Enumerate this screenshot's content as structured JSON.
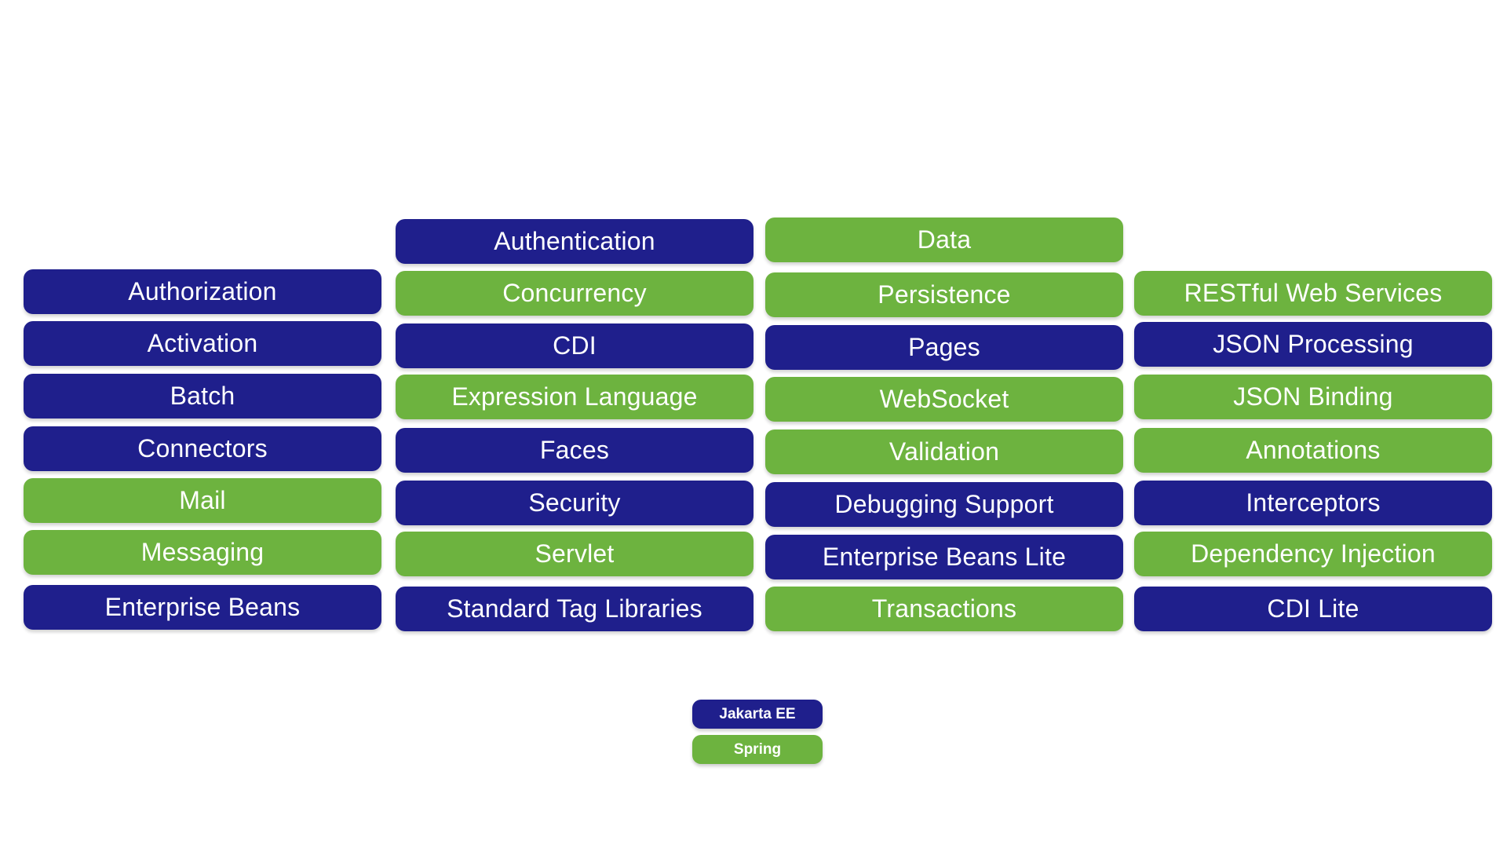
{
  "colors": {
    "jakarta_ee": "#1f1f8c",
    "spring": "#6db33f"
  },
  "columns": [
    {
      "items": [
        {
          "label": "Authorization",
          "kind": "jakarta"
        },
        {
          "label": "Activation",
          "kind": "jakarta"
        },
        {
          "label": "Batch",
          "kind": "jakarta"
        },
        {
          "label": "Connectors",
          "kind": "jakarta"
        },
        {
          "label": "Mail",
          "kind": "spring"
        },
        {
          "label": "Messaging",
          "kind": "spring"
        },
        {
          "label": "Enterprise Beans",
          "kind": "jakarta"
        }
      ]
    },
    {
      "items": [
        {
          "label": "Authentication",
          "kind": "jakarta"
        },
        {
          "label": "Concurrency",
          "kind": "spring"
        },
        {
          "label": "CDI",
          "kind": "jakarta"
        },
        {
          "label": "Expression Language",
          "kind": "spring"
        },
        {
          "label": "Faces",
          "kind": "jakarta"
        },
        {
          "label": "Security",
          "kind": "jakarta"
        },
        {
          "label": "Servlet",
          "kind": "spring"
        },
        {
          "label": "Standard Tag Libraries",
          "kind": "jakarta"
        }
      ]
    },
    {
      "items": [
        {
          "label": "Data",
          "kind": "spring"
        },
        {
          "label": "Persistence",
          "kind": "spring"
        },
        {
          "label": "Pages",
          "kind": "jakarta"
        },
        {
          "label": "WebSocket",
          "kind": "spring"
        },
        {
          "label": "Validation",
          "kind": "spring"
        },
        {
          "label": "Debugging Support",
          "kind": "jakarta"
        },
        {
          "label": "Enterprise Beans Lite",
          "kind": "jakarta"
        },
        {
          "label": "Transactions",
          "kind": "spring"
        }
      ]
    },
    {
      "items": [
        {
          "label": "RESTful Web Services",
          "kind": "spring"
        },
        {
          "label": "JSON Processing",
          "kind": "jakarta"
        },
        {
          "label": "JSON Binding",
          "kind": "spring"
        },
        {
          "label": "Annotations",
          "kind": "spring"
        },
        {
          "label": "Interceptors",
          "kind": "jakarta"
        },
        {
          "label": "Dependency Injection",
          "kind": "spring"
        },
        {
          "label": "CDI Lite",
          "kind": "jakarta"
        }
      ]
    }
  ],
  "legend": [
    {
      "label": "Jakarta EE",
      "kind": "jakarta"
    },
    {
      "label": "Spring",
      "kind": "spring"
    }
  ]
}
